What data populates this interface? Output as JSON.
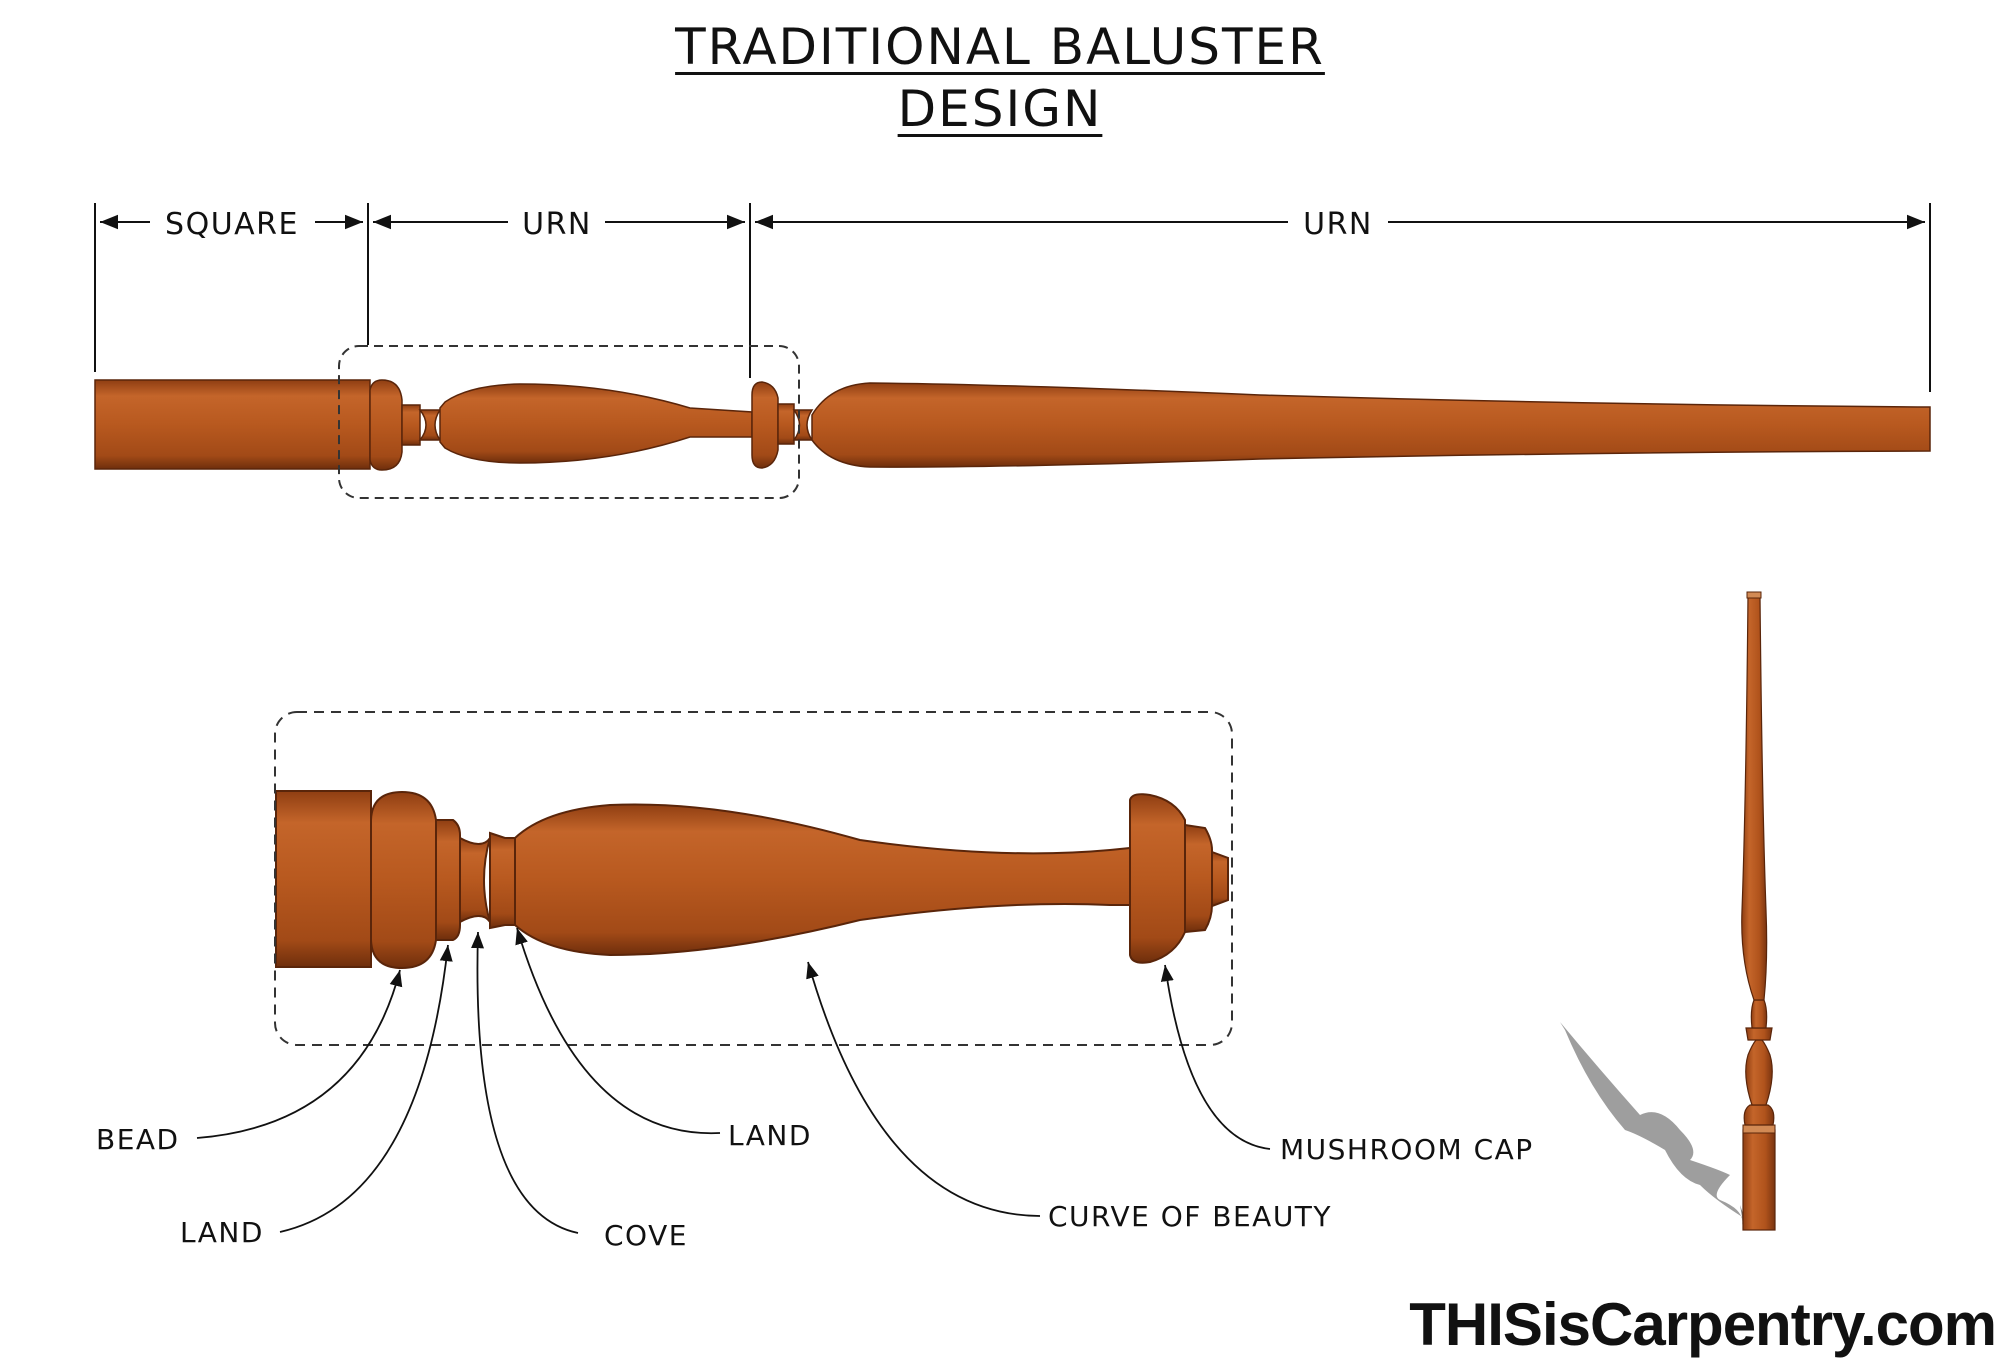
{
  "title": {
    "line1": "TRADITIONAL BALUSTER",
    "line2": "DESIGN"
  },
  "dimensions": {
    "square": "SQUARE",
    "urn_1": "URN",
    "urn_2": "URN"
  },
  "callouts": {
    "bead": "BEAD",
    "land_1": "LAND",
    "cove": "COVE",
    "land_2": "LAND",
    "curve_of_beauty": "CURVE OF BEAUTY",
    "mushroom_cap": "MUSHROOM CAP"
  },
  "brand": "THISisCarpentry.com",
  "colors": {
    "wood": "#b5581e",
    "wood_dark": "#7a3410",
    "wood_light": "#cf7a3c",
    "line": "#111111"
  }
}
